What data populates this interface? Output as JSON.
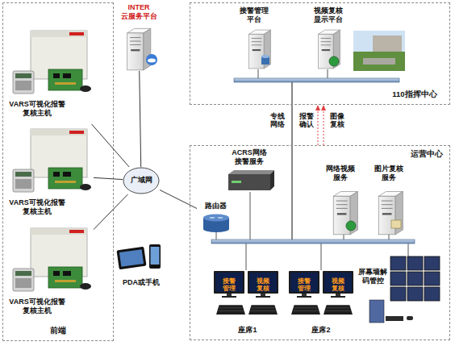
{
  "diagram": {
    "nodes": [
      {
        "text": [
          "前端"
        ]
      },
      {
        "text": [
          "VARS可视化报警 复核主机"
        ],
        "in": 0
      },
      {
        "text": [
          "VARS可视化报警 复核主机"
        ],
        "in": 0
      },
      {
        "text": [
          "VARS可视化报警 复核主机"
        ],
        "in": 0
      },
      {
        "text": [
          "INTER 云服务平台"
        ]
      },
      {
        "text": [
          "广域网"
        ]
      },
      {
        "text": [
          "PDA或手机"
        ]
      },
      {
        "text": [
          "110指挥中心"
        ]
      },
      {
        "text": [
          "接警管理 平台"
        ],
        "in": 7
      },
      {
        "text": [
          "视频复核 显示平台"
        ],
        "in": 7
      },
      {
        "text": [
          "运营中心"
        ]
      },
      {
        "text": [
          "ACRS网络 接警服务"
        ],
        "in": 10
      },
      {
        "text": [
          "路由器"
        ],
        "in": 10
      },
      {
        "text": [
          "网络视频 服务"
        ],
        "in": 10
      },
      {
        "text": [
          "图片复核 服务"
        ],
        "in": 10
      },
      {
        "text": [
          "座席1"
        ],
        "in": 10
      },
      {
        "text": [
          "座席2"
        ],
        "in": 10
      },
      {
        "text": [
          "屏幕墙解 码管控"
        ],
        "in": 10
      }
    ],
    "edges": [
      {
        "from": 1,
        "to": 5,
        "arrow": "none"
      },
      {
        "from": 2,
        "to": 5,
        "arrow": "none"
      },
      {
        "from": 3,
        "to": 5,
        "arrow": "none"
      },
      {
        "from": 4,
        "to": 5,
        "arrow": "none"
      },
      {
        "from": 5,
        "to": 12,
        "arrow": "none"
      }
    ],
    "labels": [
      "专线 网络",
      "报警 确认",
      "图像 复核",
      "接警 管理",
      "视频 复核",
      "接警 管理",
      "视频 复核"
    ]
  }
}
